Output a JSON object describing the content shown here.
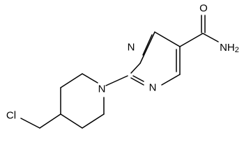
{
  "molecule": {
    "atom_labels": {
      "carbonyl_oxygen": "O",
      "amide_nitrogen": "NH2",
      "pyrimidine_n_upper": "N",
      "pyrimidine_n_lower": "N",
      "piperidine_n": "N",
      "chlorine": "Cl"
    },
    "colors": {
      "bond": "#000000",
      "label": "#000000",
      "background": "#ffffff"
    }
  }
}
